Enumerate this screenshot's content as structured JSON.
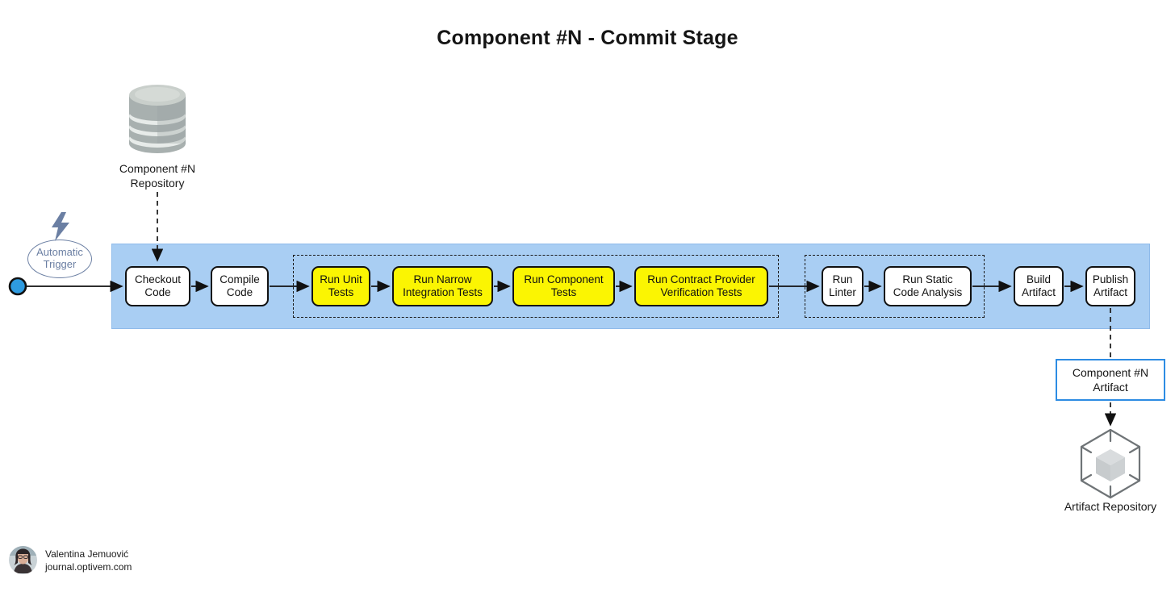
{
  "title": "Component #N - Commit Stage",
  "source": {
    "icon": "database-icon",
    "label": "Component #N Repository"
  },
  "trigger": {
    "icon": "lightning-bolt-icon",
    "label": "Automatic Trigger"
  },
  "pipeline": {
    "steps": [
      {
        "label": "Checkout Code",
        "type": "task"
      },
      {
        "label": "Compile Code",
        "type": "task"
      },
      {
        "label": "Run Unit Tests",
        "type": "test"
      },
      {
        "label": "Run Narrow Integration Tests",
        "type": "test"
      },
      {
        "label": "Run Component Tests",
        "type": "test"
      },
      {
        "label": "Run Contract Provider Verification Tests",
        "type": "test"
      },
      {
        "label": "Run Linter",
        "type": "task"
      },
      {
        "label": "Run Static Code Analysis",
        "type": "task"
      },
      {
        "label": "Build Artifact",
        "type": "task"
      },
      {
        "label": "Publish Artifact",
        "type": "task"
      }
    ]
  },
  "artifact": {
    "label": "Component #N Artifact"
  },
  "artifact_repository": {
    "icon": "package-cube-icon",
    "label": "Artifact Repository"
  },
  "footer": {
    "author": "Valentina Jemuović",
    "website": "journal.optivem.com"
  },
  "colors": {
    "band": "#A9CEF3",
    "band_edge": "#8FBBEA",
    "test_yellow": "#FBF502",
    "start_blue": "#2E9BE0",
    "artifact_blue": "#2D8CE3",
    "trigger_blue_gray": "#6B7FA3"
  }
}
